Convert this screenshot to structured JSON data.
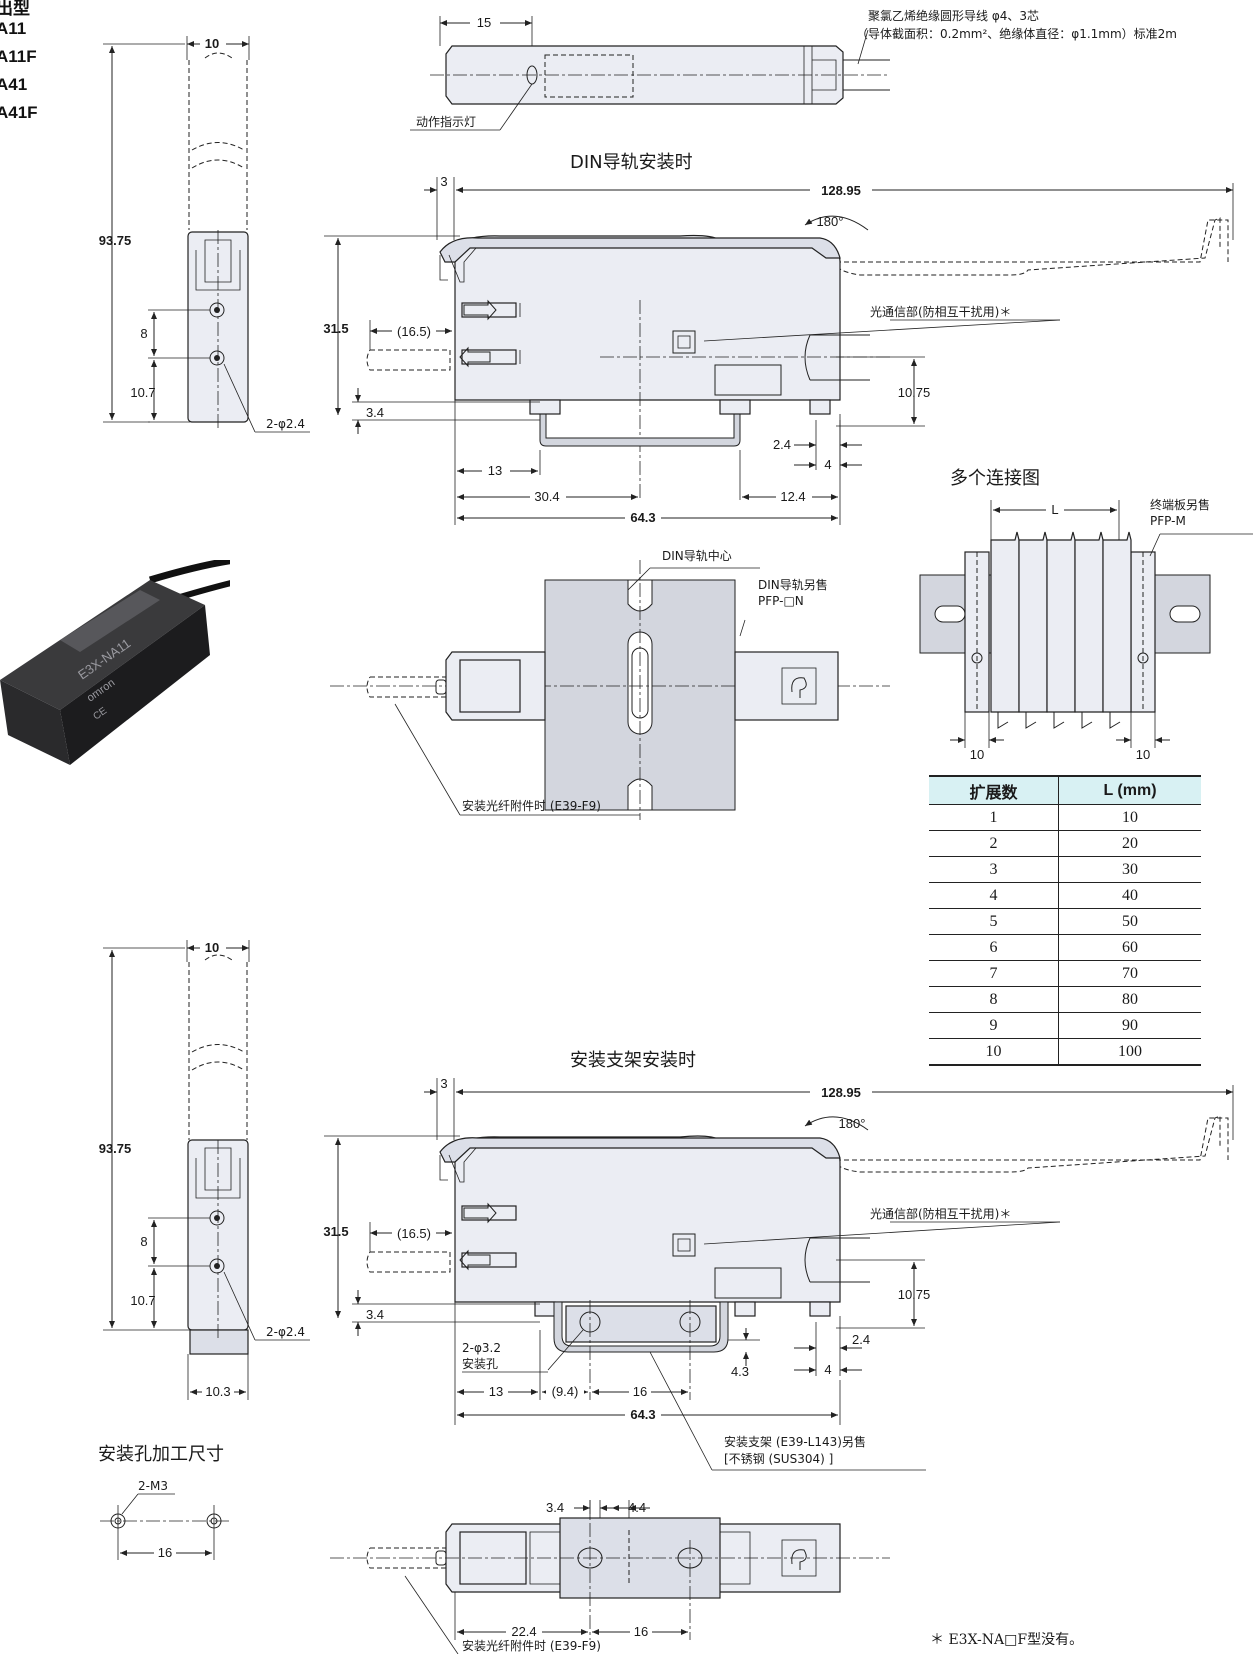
{
  "models": [
    "出型",
    "A11",
    "A11F",
    "A41",
    "A41F"
  ],
  "titles": {
    "din_mount": "DIN导轨安装时",
    "bracket_mount": "安装支架安装时",
    "multi_connect": "多个连接图",
    "hole_machining": "安装孔加工尺寸"
  },
  "labels": {
    "cable": "聚氯乙烯绝缘圆形导线 φ4、3芯",
    "cable_detail": "（导体截面积：0.2mm²、绝缘体直径：φ1.1mm）标准2m",
    "indicator": "动作指示灯",
    "optical_comm": "光通信部(防相互干扰用)＊",
    "optical_comm_2": "光通信部(防相互干扰用)＊",
    "din_center": "DIN导轨中心",
    "din_rail_sold": "DIN导轨另售",
    "din_rail_model": "PFP-□N",
    "end_plate_sold": "终端板另售",
    "end_plate_model": "PFP-M",
    "fiber_attach": "安装光纤附件时 (E39-F9)",
    "fiber_attach_2": "安装光纤附件时 (E39-F9)",
    "bracket": "安装支架 (E39-L143)另售",
    "bracket_material": "[不锈钢 (SUS304) ]",
    "mount_hole": "2-φ3.2",
    "mount_hole_text": "安装孔",
    "phi_24": "2-φ2.4",
    "phi_24_b": "2-φ2.4",
    "m3": "2-M3",
    "footnote": "＊ E3X-NA□F型没有。"
  },
  "dims": {
    "d15": "15",
    "d10": "10",
    "d10b": "10",
    "d93_75": "93.75",
    "d93_75b": "93.75",
    "d8": "8",
    "d8b": "8",
    "d10_7": "10.7",
    "d10_7b": "10.7",
    "d3": "3",
    "d3b": "3",
    "d128_95": "128.95",
    "d128_95b": "128.95",
    "d180": "180°",
    "d180b": "180°",
    "d31_5": "31.5",
    "d31_5b": "31.5",
    "d16_5": "(16.5)",
    "d16_5b": "(16.5)",
    "d3_4": "3.4",
    "d3_4b": "3.4",
    "d10_75": "10.75",
    "d10_75b": "10.75",
    "d2_4": "2.4",
    "d2_4b": "2.4",
    "d4": "4",
    "d4b": "4",
    "d13": "13",
    "d13b": "13",
    "d30_4": "30.4",
    "d12_4": "12.4",
    "d64_3": "64.3",
    "d64_3b": "64.3",
    "dL": "L",
    "d10_left": "10",
    "d10_right": "10",
    "d4_3": "4.3",
    "d9_4": "(9.4)",
    "d16": "16",
    "d16b": "16",
    "d16c": "16",
    "d10_3": "10.3",
    "d3_4c": "3.4",
    "d4_4": "4.4",
    "d22_4": "22.4"
  },
  "photo": {
    "model_text": "E3X-NA11",
    "brand": "omron",
    "ce": "CE"
  },
  "table": {
    "headers": [
      "扩展数",
      "L (mm)"
    ],
    "rows": [
      [
        "1",
        "10"
      ],
      [
        "2",
        "20"
      ],
      [
        "3",
        "30"
      ],
      [
        "4",
        "40"
      ],
      [
        "5",
        "50"
      ],
      [
        "6",
        "60"
      ],
      [
        "7",
        "70"
      ],
      [
        "8",
        "80"
      ],
      [
        "9",
        "90"
      ],
      [
        "10",
        "100"
      ]
    ]
  }
}
